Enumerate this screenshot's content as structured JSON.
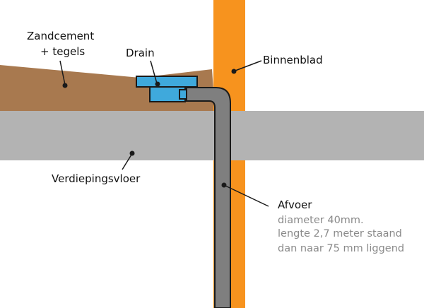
{
  "labels": {
    "zandcement_line1": "Zandcement",
    "zandcement_line2": "+ tegels",
    "drain": "Drain",
    "binnenblad": "Binnenblad",
    "verdiepingsvloer": "Verdiepingsvloer",
    "afvoer": "Afvoer",
    "afvoer_detail_1": "diameter 40mm.",
    "afvoer_detail_2": "lengte 2,7 meter staand",
    "afvoer_detail_3": "dan naar 75 mm liggend"
  },
  "colors": {
    "screed": "#a8794f",
    "floor": "#b3b3b3",
    "wall": "#f7931e",
    "drain": "#3fa9dc",
    "pipe": "#7f7f7f",
    "outline": "#1a1a1a",
    "leader_dot": "#1a1a1a"
  }
}
